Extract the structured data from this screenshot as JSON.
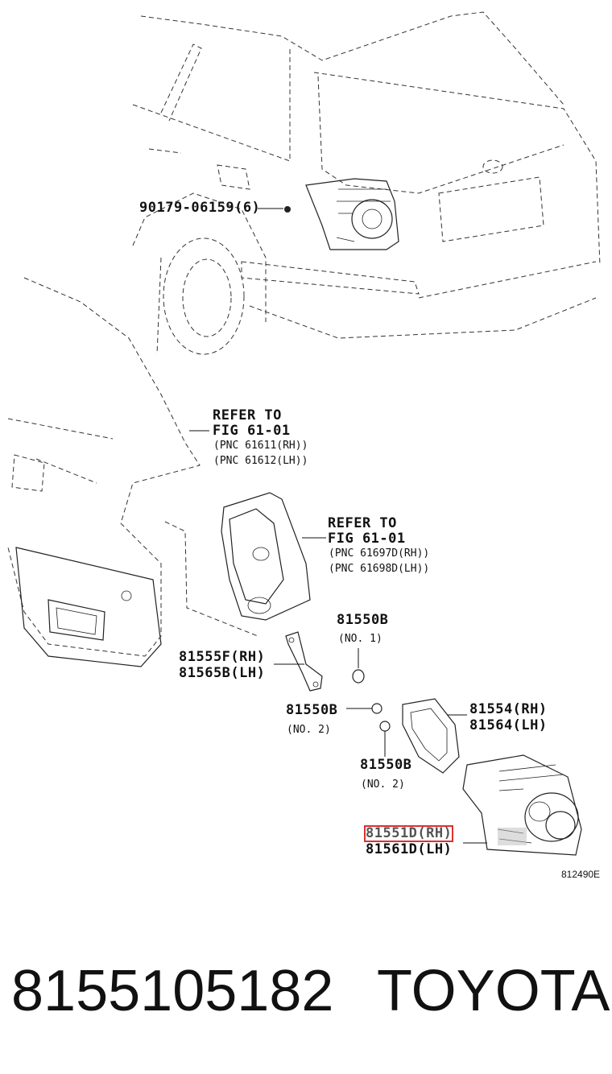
{
  "callouts": {
    "bolt": "90179-06159(6)",
    "refer1": {
      "line1": "REFER TO",
      "line2": "FIG 61-01",
      "pnc_rh": "(PNC 61611(RH))",
      "pnc_lh": "(PNC 61612(LH))"
    },
    "refer2": {
      "line1": "REFER TO",
      "line2": "FIG 61-01",
      "pnc_rh": "(PNC 61697D(RH))",
      "pnc_lh": "(PNC 61698D(LH))"
    },
    "bulb1": {
      "part": "81550B",
      "note": "(NO. 1)"
    },
    "bracket": {
      "rh": "81555F(RH)",
      "lh": "81565B(LH)"
    },
    "bulb2a": {
      "part": "81550B",
      "note": "(NO. 2)"
    },
    "gasket": {
      "rh": "81554(RH)",
      "lh": "81564(LH)"
    },
    "bulb2b": {
      "part": "81550B",
      "note": "(NO. 2)"
    },
    "lamp": {
      "rh": "81551D(RH)",
      "lh": "81561D(LH)"
    }
  },
  "figure_id": "812490E",
  "footer": {
    "part_number": "8155105182",
    "brand": "TOYOTA"
  },
  "highlight_color": "#e03030"
}
